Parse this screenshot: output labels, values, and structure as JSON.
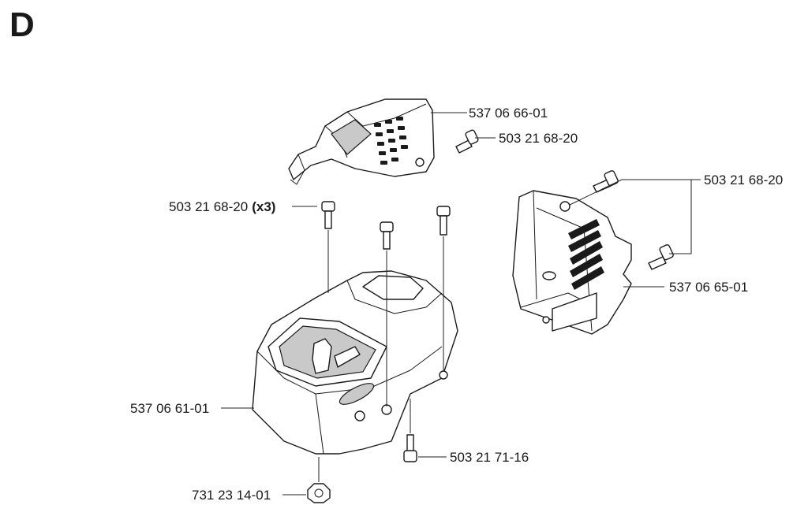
{
  "section": "D",
  "parts": {
    "top_cover": "537 06 66-01",
    "top_screw": "503 21 68-20",
    "right_screws": "503 21 68-20",
    "side_cover": "537 06 65-01",
    "left_screws": "503 21 68-20",
    "left_screws_qty": "(x3)",
    "main_cover": "537 06 61-01",
    "bottom_screw": "503 21 71-16",
    "nut": "731 23 14-01"
  }
}
